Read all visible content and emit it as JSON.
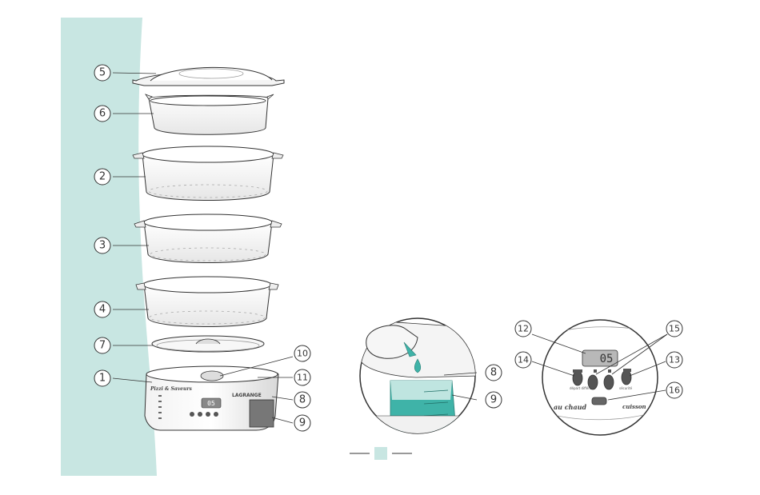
{
  "callouts": [
    "5",
    "6",
    "2",
    "3",
    "4",
    "7",
    "1",
    "10",
    "11",
    "8",
    "9",
    "8",
    "9",
    "12",
    "15",
    "14",
    "13",
    "16"
  ],
  "appliance": {
    "brand": "LAGRANGE",
    "script_name": "Pizzi & Saveurs",
    "display_value": "05"
  },
  "panel": {
    "left_label": "au chaud",
    "right_label": "cuisson",
    "display_value": "05",
    "button_caption_left": "départ différé",
    "button_caption_right": "sécurité"
  },
  "colors": {
    "band": "#c8e6e2",
    "water": "#3fb3a8",
    "outline": "#333333"
  }
}
